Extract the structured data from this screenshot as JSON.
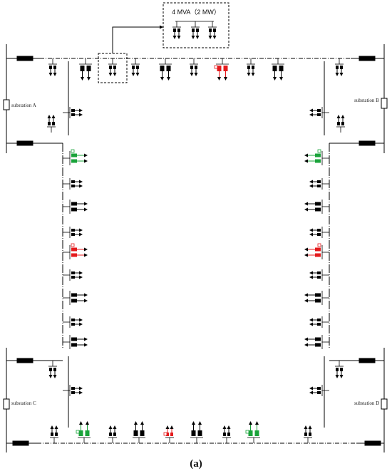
{
  "inset_label": "4 MVA（2 MW）",
  "substations": [
    {
      "id": "A",
      "label": "substation A"
    },
    {
      "id": "B",
      "label": "substation B"
    },
    {
      "id": "C",
      "label": "substation C"
    },
    {
      "id": "D",
      "label": "substation D"
    }
  ],
  "caption": "(a)",
  "colors": {
    "line": "#000000",
    "normal": "#000000",
    "red": "#e41a1c",
    "green": "#1aa33a"
  },
  "units": {
    "top": [
      "n",
      "n",
      "n",
      "n",
      "red",
      "n",
      "n"
    ],
    "bottom": [
      "n",
      "green",
      "n",
      "n",
      "red",
      "n",
      "n",
      "green",
      "n"
    ],
    "left": [
      "n",
      "green",
      "n",
      "n",
      "n",
      "red",
      "n",
      "n",
      "n",
      "n",
      "n"
    ],
    "right": [
      "n",
      "green",
      "n",
      "n",
      "n",
      "red",
      "n",
      "n",
      "n",
      "n",
      "n"
    ]
  }
}
